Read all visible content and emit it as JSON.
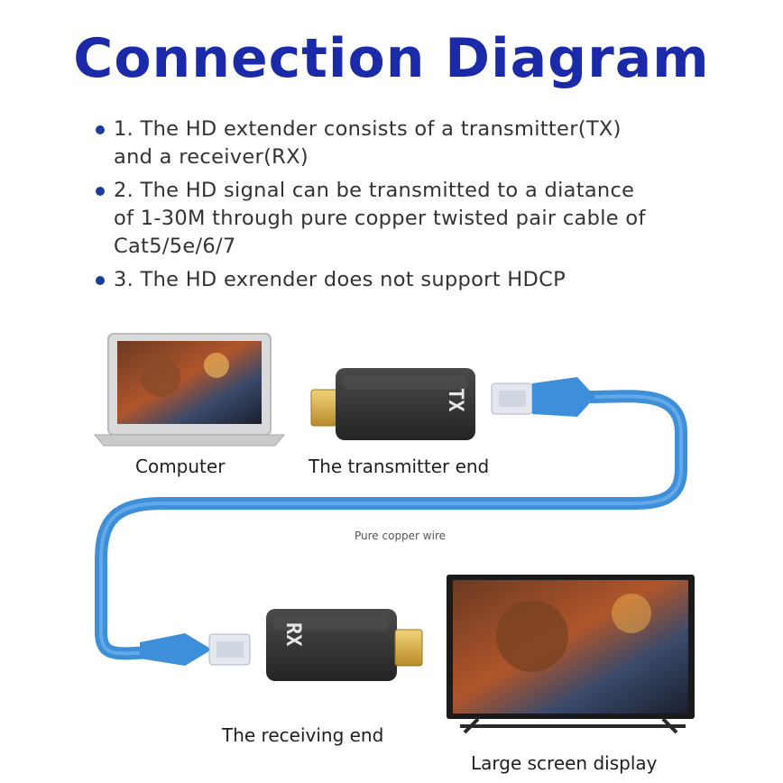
{
  "title": "Connection Diagram",
  "bullets": [
    {
      "num": "1.",
      "lines": [
        "1. The HD      extender consists of a transmitter(TX)",
        "and a receiver(RX)"
      ]
    },
    {
      "num": "2.",
      "lines": [
        "2. The HD      signal can be transmitted to a diatance",
        "of 1-30M through pure copper twisted pair cable of",
        "Cat5/5e/6/7"
      ]
    },
    {
      "num": "3.",
      "lines": [
        "3. The HD      exrender does not support HDCP"
      ]
    }
  ],
  "labels": {
    "computer": "Computer",
    "transmitter": "The transmitter end",
    "wire": "Pure copper wire",
    "receiver": "The receiving end",
    "display": "Large screen display",
    "tx_mark": "TX",
    "rx_mark": "RX"
  },
  "colors": {
    "title": "#1a2aa8",
    "cable": "#3d8fd9",
    "device": "#3a3a3a",
    "plug": "#d8b24a"
  }
}
